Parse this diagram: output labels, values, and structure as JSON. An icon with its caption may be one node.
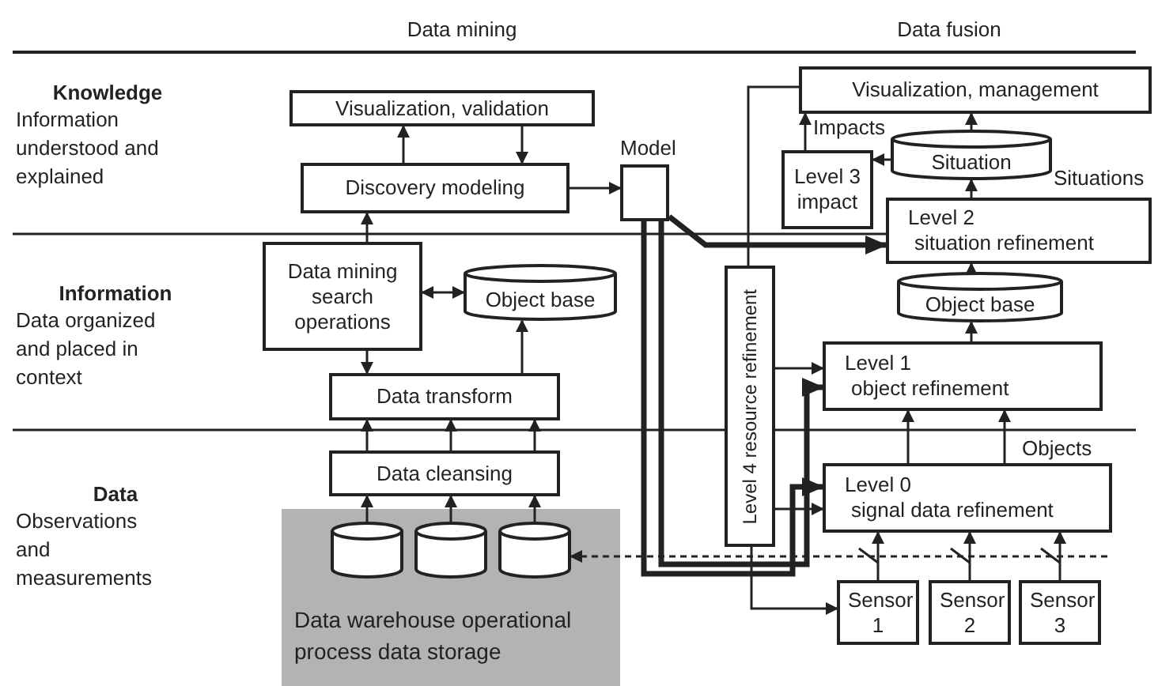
{
  "diagram": {
    "nodes": [
      {
        "text": [
          "Visualization, validation"
        ]
      },
      {
        "text": [
          "Discovery modeling"
        ]
      },
      {
        "text": [],
        "shape": "box",
        "beside": [
          "Model"
        ]
      },
      {
        "text": [
          "Data mining search operations"
        ]
      },
      {
        "text": [
          "Object base"
        ]
      },
      {
        "text": [
          "Data transform"
        ]
      },
      {
        "text": [
          "Data cleansing"
        ]
      },
      {
        "text": [
          "Data warehouse operational process data storage"
        ]
      },
      {
        "text": [],
        "shape": "cylinder",
        "in": 7
      },
      {
        "text": [],
        "shape": "cylinder",
        "in": 7
      },
      {
        "text": [],
        "shape": "cylinder",
        "in": 7
      },
      {
        "text": [
          "Level 4 resource refinement"
        ]
      },
      {
        "text": [
          "Visualization, management"
        ]
      },
      {
        "text": [
          "Level 3 impact"
        ]
      },
      {
        "text": [
          "Situation"
        ]
      },
      {
        "text": [
          "Level 2",
          "situation refinement"
        ]
      },
      {
        "text": [
          "Object base"
        ]
      },
      {
        "text": [
          "Level 1",
          "object refinement"
        ]
      },
      {
        "text": [
          "Level 0",
          "signal data refinement"
        ]
      },
      {
        "text": [
          "Sensor 1"
        ]
      },
      {
        "text": [
          "Sensor 2"
        ]
      },
      {
        "text": [
          "Sensor 3"
        ]
      }
    ],
    "edges": [
      {
        "from": 1,
        "to": 0,
        "arrow": "to"
      },
      {
        "from": 0,
        "to": 1,
        "arrow": "to"
      },
      {
        "from": 3,
        "to": 1,
        "arrow": "to"
      },
      {
        "from": 3,
        "to": 4,
        "arrow": "both"
      },
      {
        "from": 3,
        "to": 5,
        "arrow": "to"
      },
      {
        "from": 5,
        "to": 4,
        "arrow": "to"
      },
      {
        "from": 6,
        "to": 5,
        "arrow": "to"
      },
      {
        "from": 6,
        "to": 5,
        "arrow": "to"
      },
      {
        "from": 6,
        "to": 5,
        "arrow": "to"
      },
      {
        "from": 8,
        "to": 6,
        "arrow": "to"
      },
      {
        "from": 9,
        "to": 6,
        "arrow": "to"
      },
      {
        "from": 10,
        "to": 6,
        "arrow": "to"
      },
      {
        "from": 1,
        "to": 2,
        "arrow": "to"
      },
      {
        "from": 2,
        "to": 15,
        "arrow": "to",
        "style": "thick"
      },
      {
        "from": 2,
        "to": 17,
        "arrow": "to",
        "style": "thick"
      },
      {
        "from": 2,
        "to": 18,
        "arrow": "to",
        "style": "thick"
      },
      {
        "from": 11,
        "to": 17,
        "arrow": "to"
      },
      {
        "from": 11,
        "to": 18,
        "arrow": "to"
      },
      {
        "from": 11,
        "to": 12,
        "arrow": "none"
      },
      {
        "from": 11,
        "to": 19,
        "arrow": "to"
      },
      {
        "from": 13,
        "to": 12,
        "arrow": "to"
      },
      {
        "from": 14,
        "to": 13,
        "arrow": "to"
      },
      {
        "from": 14,
        "to": 12,
        "arrow": "to"
      },
      {
        "from": 15,
        "to": 14,
        "arrow": "to"
      },
      {
        "from": 16,
        "to": 15,
        "arrow": "to"
      },
      {
        "from": 17,
        "to": 16,
        "arrow": "to"
      },
      {
        "from": 18,
        "to": 17,
        "arrow": "to"
      },
      {
        "from": 18,
        "to": 17,
        "arrow": "to"
      },
      {
        "from": 19,
        "to": 18,
        "arrow": "to"
      },
      {
        "from": 20,
        "to": 18,
        "arrow": "to"
      },
      {
        "from": 21,
        "to": 18,
        "arrow": "to"
      },
      {
        "from": null,
        "to": 10,
        "arrow": "to",
        "style": "dashed"
      }
    ],
    "labels": [
      "Data mining",
      "Data fusion",
      "Knowledge",
      "Information understood and explained",
      "Information",
      "Data organized and placed in context",
      "Data",
      "Observations and measurements",
      "Impacts",
      "Situations",
      "Objects"
    ]
  }
}
